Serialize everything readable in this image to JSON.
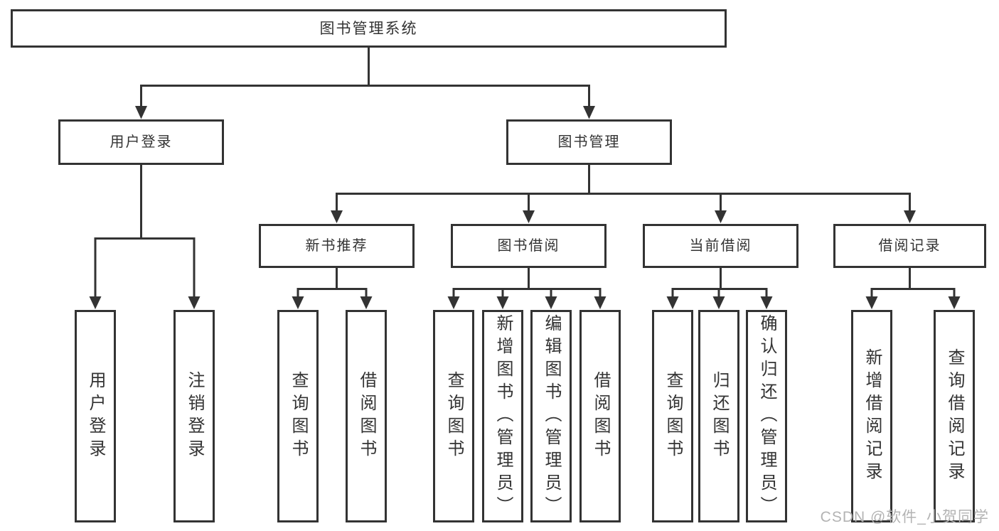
{
  "tree": {
    "label": "图书管理系统",
    "children": [
      {
        "label": "用户登录",
        "children": [
          {
            "label": "用户登录"
          },
          {
            "label": "注销登录"
          }
        ]
      },
      {
        "label": "图书管理",
        "children": [
          {
            "label": "新书推荐",
            "children": [
              {
                "label": "查询图书"
              },
              {
                "label": "借阅图书"
              }
            ]
          },
          {
            "label": "图书借阅",
            "children": [
              {
                "label": "查询图书"
              },
              {
                "label": "新增图书（管理员）"
              },
              {
                "label": "编辑图书（管理员）"
              },
              {
                "label": "借阅图书"
              }
            ]
          },
          {
            "label": "当前借阅",
            "children": [
              {
                "label": "查询图书"
              },
              {
                "label": "归还图书"
              },
              {
                "label": "确认归还（管理员）"
              }
            ]
          },
          {
            "label": "借阅记录",
            "children": [
              {
                "label": "新增借阅记录"
              },
              {
                "label": "查询借阅记录"
              }
            ]
          }
        ]
      }
    ]
  },
  "watermark": "CSDN @软件_小贺同学",
  "colors": {
    "line": "#333333",
    "text": "#333333",
    "background": "#ffffff",
    "watermark": "#b3b3b3"
  }
}
